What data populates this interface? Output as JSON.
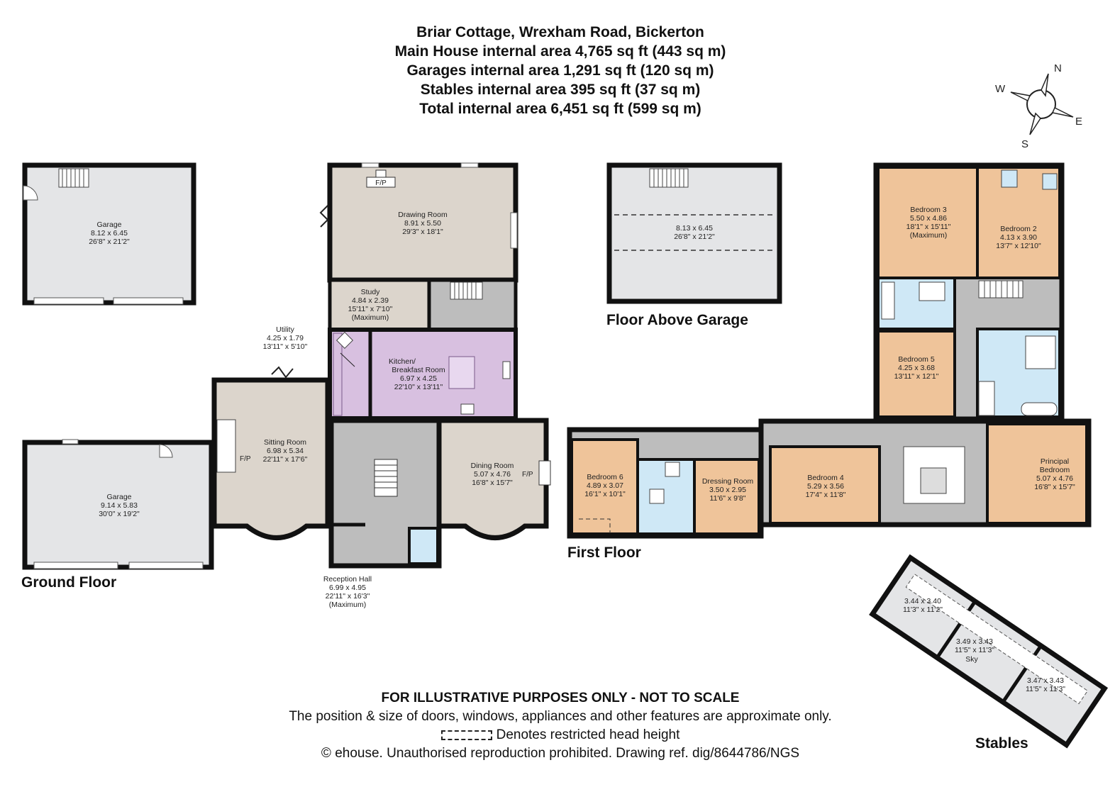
{
  "header": {
    "title": "Briar Cottage, Wrexham Road, Bickerton",
    "line1": "Main House internal area 4,765 sq ft (443 sq m)",
    "line2": "Garages internal area 1,291 sq ft (120 sq m)",
    "line3": "Stables internal area 395 sq ft (37 sq m)",
    "line4": "Total internal area 6,451 sq ft (599 sq m)"
  },
  "compass": {
    "n": "N",
    "e": "E",
    "s": "S",
    "w": "W"
  },
  "floor_labels": {
    "ground": "Ground Floor",
    "first": "First Floor",
    "above_garage": "Floor Above Garage",
    "stables": "Stables"
  },
  "fireplace": "F/P",
  "stables_sky": "Sky",
  "rooms": {
    "garage_top": {
      "name": "Garage",
      "metric": "8.12 x 6.45",
      "imperial": "26'8\" x 21'2\""
    },
    "garage_bottom": {
      "name": "Garage",
      "metric": "9.14 x 5.83",
      "imperial": "30'0\" x 19'2\""
    },
    "drawing": {
      "name": "Drawing Room",
      "metric": "8.91 x 5.50",
      "imperial": "29'3\" x 18'1\""
    },
    "study": {
      "name": "Study",
      "metric": "4.84 x 2.39",
      "imperial": "15'11\" x 7'10\"",
      "note": "(Maximum)"
    },
    "utility": {
      "name": "Utility",
      "metric": "4.25 x 1.79",
      "imperial": "13'11\" x 5'10\""
    },
    "kitchen": {
      "name": "Kitchen/",
      "name2": "Breakfast Room",
      "metric": "6.97 x 4.25",
      "imperial": "22'10\" x 13'11\""
    },
    "sitting": {
      "name": "Sitting Room",
      "metric": "6.98 x 5.34",
      "imperial": "22'11\" x 17'6\""
    },
    "dining": {
      "name": "Dining Room",
      "metric": "5.07 x 4.76",
      "imperial": "16'8\" x 15'7\""
    },
    "reception": {
      "name": "Reception Hall",
      "metric": "6.99 x 4.95",
      "imperial": "22'11\" x 16'3\"",
      "note": "(Maximum)"
    },
    "above_garage": {
      "metric": "8.13 x 6.45",
      "imperial": "26'8\" x 21'2\""
    },
    "bedroom3": {
      "name": "Bedroom 3",
      "metric": "5.50 x 4.86",
      "imperial": "18'1\" x 15'11\"",
      "note": "(Maximum)"
    },
    "bedroom2": {
      "name": "Bedroom 2",
      "metric": "4.13 x 3.90",
      "imperial": "13'7\" x 12'10\""
    },
    "bedroom5": {
      "name": "Bedroom 5",
      "metric": "4.25 x 3.68",
      "imperial": "13'11\" x 12'1\""
    },
    "bedroom6": {
      "name": "Bedroom 6",
      "metric": "4.89 x 3.07",
      "imperial": "16'1\" x 10'1\""
    },
    "dressing": {
      "name": "Dressing Room",
      "metric": "3.50 x 2.95",
      "imperial": "11'6\" x 9'8\""
    },
    "bedroom4": {
      "name": "Bedroom 4",
      "metric": "5.29 x 3.56",
      "imperial": "17'4\" x 11'8\""
    },
    "principal": {
      "name": "Principal",
      "name2": "Bedroom",
      "metric": "5.07 x 4.76",
      "imperial": "16'8\" x 15'7\""
    },
    "stable1": {
      "metric": "3.44 x 3.40",
      "imperial": "11'3\" x 11'2\""
    },
    "stable2": {
      "metric": "3.49 x 3.43",
      "imperial": "11'5\" x 11'3\""
    },
    "stable3": {
      "metric": "3.47 x 3.43",
      "imperial": "11'5\" x 11'3\""
    }
  },
  "footer": {
    "disclaimer": "FOR ILLUSTRATIVE PURPOSES ONLY - NOT TO SCALE",
    "note": "The position & size of doors, windows, appliances and other features are approximate only.",
    "legend": "Denotes restricted head height",
    "copyright": "© ehouse. Unauthorised reproduction prohibited. Drawing ref. dig/8644786/NGS"
  },
  "colors": {
    "wall": "#111111",
    "garage_fill": "#e4e5e7",
    "reception_fill": "#dcd5cc",
    "kitchen_fill": "#d8c0e0",
    "circulation_fill": "#bdbdbd",
    "bedroom_fill": "#efc49a",
    "bathroom_fill": "#cfe8f6"
  }
}
